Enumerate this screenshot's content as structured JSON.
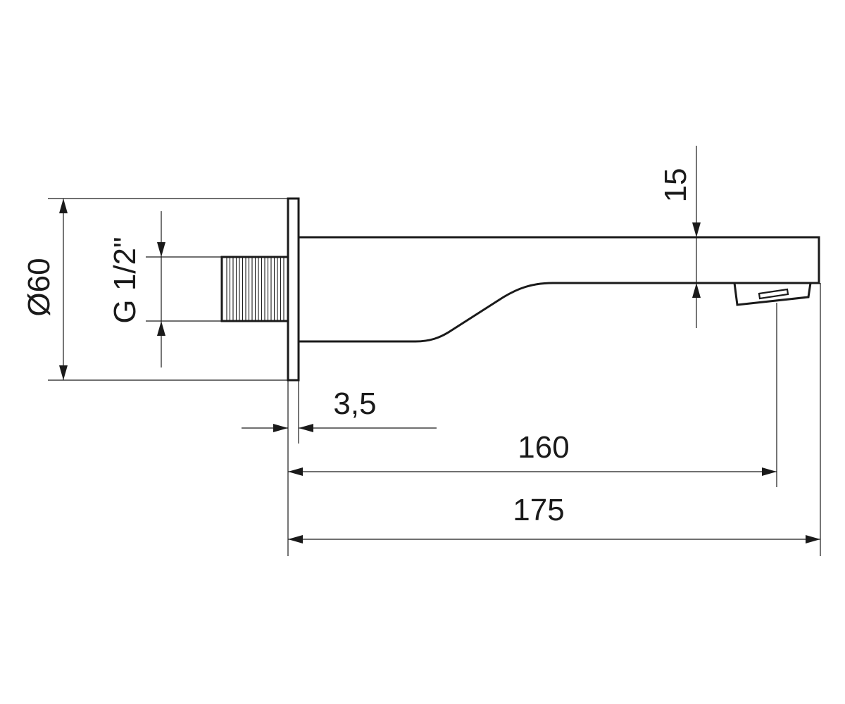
{
  "dimensions": {
    "flange_diameter": "Ø60",
    "thread": "G 1/2\"",
    "flange_thickness": "3,5",
    "outlet_distance": "160",
    "overall_length": "175",
    "spout_height": "15"
  }
}
